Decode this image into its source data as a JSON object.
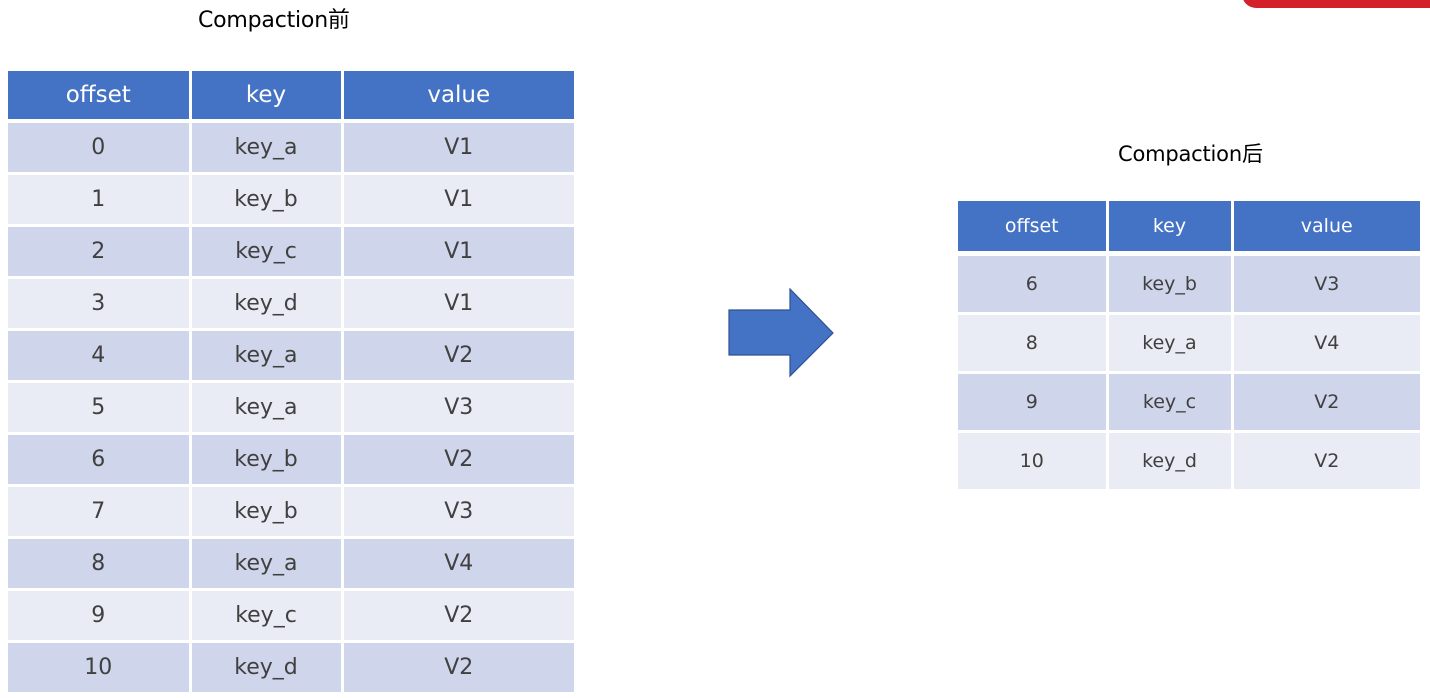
{
  "before": {
    "title": "Compaction前",
    "columns": [
      "offset",
      "key",
      "value"
    ],
    "rows": [
      [
        "0",
        "key_a",
        "V1"
      ],
      [
        "1",
        "key_b",
        "V1"
      ],
      [
        "2",
        "key_c",
        "V1"
      ],
      [
        "3",
        "key_d",
        "V1"
      ],
      [
        "4",
        "key_a",
        "V2"
      ],
      [
        "5",
        "key_a",
        "V3"
      ],
      [
        "6",
        "key_b",
        "V2"
      ],
      [
        "7",
        "key_b",
        "V3"
      ],
      [
        "8",
        "key_a",
        "V4"
      ],
      [
        "9",
        "key_c",
        "V2"
      ],
      [
        "10",
        "key_d",
        "V2"
      ]
    ]
  },
  "after": {
    "title": "Compaction后",
    "columns": [
      "offset",
      "key",
      "value"
    ],
    "rows": [
      [
        "6",
        "key_b",
        "V3"
      ],
      [
        "8",
        "key_a",
        "V4"
      ],
      [
        "9",
        "key_c",
        "V2"
      ],
      [
        "10",
        "key_d",
        "V2"
      ]
    ]
  },
  "colors": {
    "header": "#4472c4",
    "row_odd": "#cfd5ea",
    "row_even": "#e9ebf5",
    "arrow_fill": "#4472c4",
    "arrow_stroke": "#2f528f",
    "corner_accent": "#d3202a"
  },
  "icons": {
    "arrow": "right-arrow-icon"
  }
}
